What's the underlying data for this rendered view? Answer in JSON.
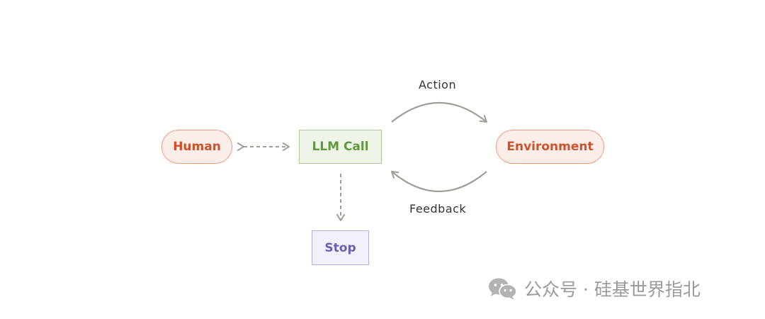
{
  "nodes": {
    "human": "Human",
    "llm_call": "LLM Call",
    "environment": "Environment",
    "stop": "Stop"
  },
  "edges": {
    "action": "Action",
    "feedback": "Feedback"
  },
  "watermark": {
    "text": "公众号 · 硅基世界指北",
    "icon": "wechat-icon"
  },
  "colors": {
    "human_fill": "#fbeee8",
    "human_stroke": "#ee9c80",
    "human_text": "#d0502a",
    "llm_fill": "#eef5e8",
    "llm_stroke": "#a9cf94",
    "llm_text": "#5e9a3b",
    "stop_fill": "#f2f1fb",
    "stop_stroke": "#b4aee3",
    "stop_text": "#6a5fb2",
    "arrow": "#9e9e96"
  }
}
